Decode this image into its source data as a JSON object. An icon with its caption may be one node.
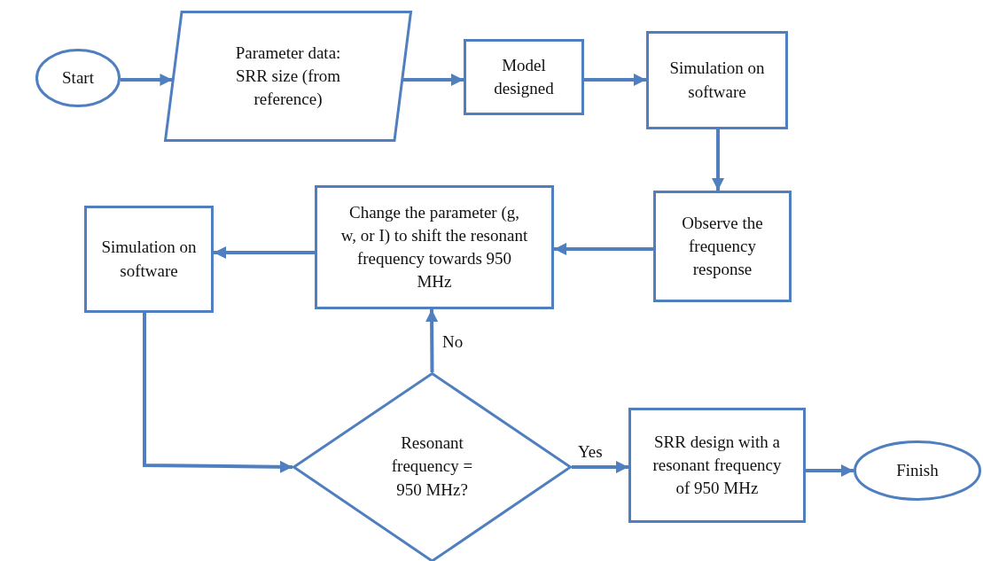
{
  "diagram": {
    "nodes": [
      {
        "text": [
          "Start"
        ]
      },
      {
        "text": [
          "Parameter data: SRR size (from reference)"
        ]
      },
      {
        "text": [
          "Model designed"
        ]
      },
      {
        "text": [
          "Simulation on software"
        ]
      },
      {
        "text": [
          "Observe the frequency response"
        ]
      },
      {
        "text": [
          "Change the parameter (g, w, or I) to shift the resonant frequency towards 950 MHz"
        ]
      },
      {
        "text": [
          "Simulation on software"
        ]
      },
      {
        "text": [
          "Resonant frequency = 950 MHz?"
        ]
      },
      {
        "text": [
          "SRR design with a resonant frequency of 950 MHz"
        ]
      },
      {
        "text": [
          "Finish"
        ]
      }
    ],
    "edges": [
      {
        "from": 0,
        "to": 1,
        "arrow": "to"
      },
      {
        "from": 1,
        "to": 2,
        "arrow": "to"
      },
      {
        "from": 2,
        "to": 3,
        "arrow": "to"
      },
      {
        "from": 3,
        "to": 4,
        "arrow": "to"
      },
      {
        "from": 4,
        "to": 5,
        "arrow": "to"
      },
      {
        "from": 5,
        "to": 6,
        "arrow": "to"
      },
      {
        "from": 6,
        "to": 7,
        "arrow": "to"
      },
      {
        "from": 7,
        "to": 5,
        "label": "No",
        "arrow": "to"
      },
      {
        "from": 7,
        "to": 8,
        "label": "Yes",
        "arrow": "to"
      },
      {
        "from": 8,
        "to": 9,
        "arrow": "to"
      }
    ]
  }
}
